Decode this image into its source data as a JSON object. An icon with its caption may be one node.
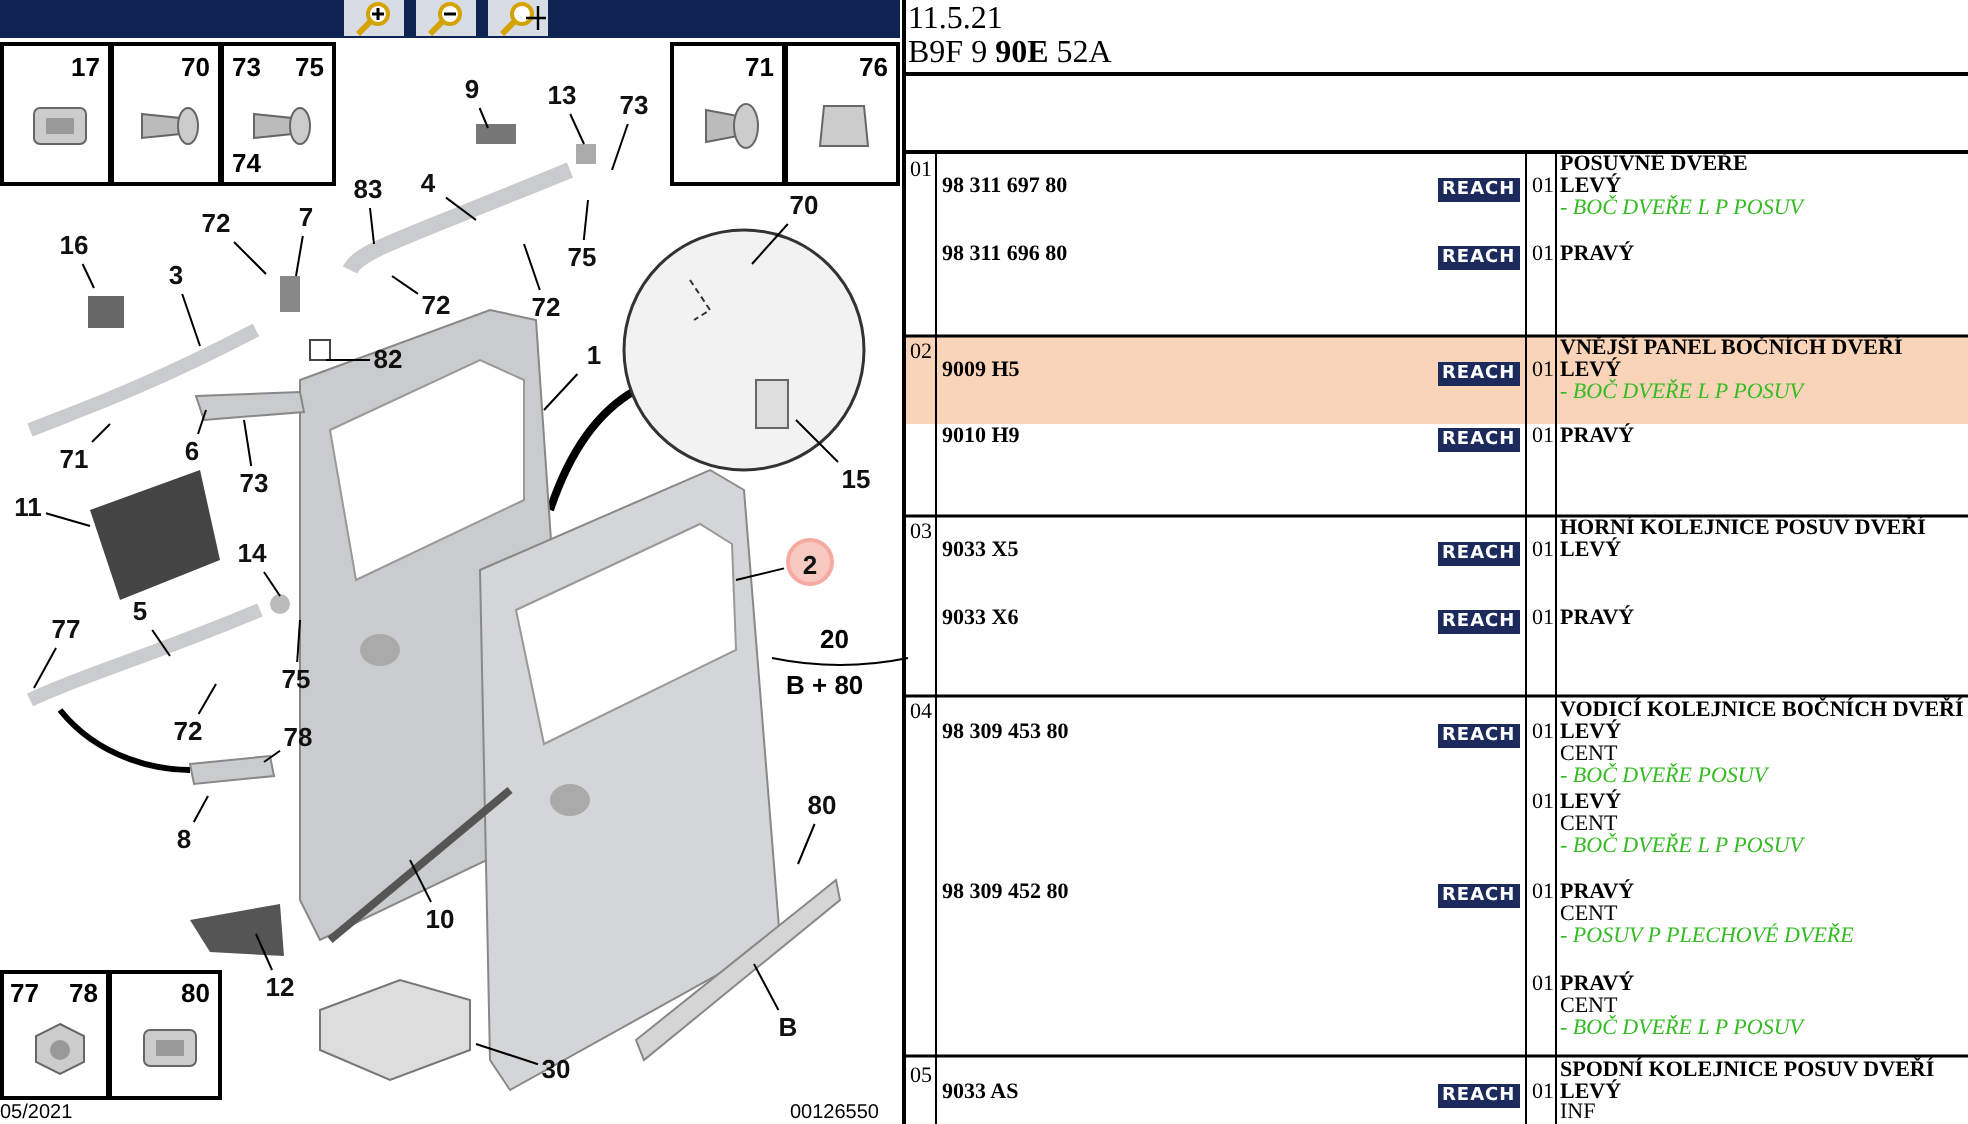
{
  "diagram": {
    "nodes": [
      {
        "text": [
          "17"
        ]
      },
      {
        "text": [
          "70"
        ]
      },
      {
        "text": [
          "73",
          "75",
          "74"
        ]
      },
      {
        "text": [
          "71"
        ]
      },
      {
        "text": [
          "76"
        ]
      },
      {
        "text": [
          "9"
        ]
      },
      {
        "text": [
          "13"
        ]
      },
      {
        "text": [
          "73"
        ]
      },
      {
        "text": [
          "83"
        ]
      },
      {
        "text": [
          "4"
        ]
      },
      {
        "text": [
          "75"
        ]
      },
      {
        "text": [
          "72"
        ]
      },
      {
        "text": [
          "72"
        ]
      },
      {
        "text": [
          "7"
        ]
      },
      {
        "text": [
          "16"
        ]
      },
      {
        "text": [
          "3"
        ]
      },
      {
        "text": [
          "72"
        ]
      },
      {
        "text": [
          "82"
        ]
      },
      {
        "text": [
          "1"
        ]
      },
      {
        "text": [
          "70"
        ]
      },
      {
        "text": [
          "15"
        ]
      },
      {
        "text": [
          "71"
        ]
      },
      {
        "text": [
          "6"
        ]
      },
      {
        "text": [
          "73"
        ]
      },
      {
        "text": [
          "11"
        ]
      },
      {
        "text": [
          "14"
        ]
      },
      {
        "text": [
          "2"
        ]
      },
      {
        "text": [
          "77"
        ]
      },
      {
        "text": [
          "5"
        ]
      },
      {
        "text": [
          "75"
        ]
      },
      {
        "text": [
          "72"
        ]
      },
      {
        "text": [
          "78"
        ]
      },
      {
        "text": [
          "8"
        ]
      },
      {
        "text": [
          "10"
        ]
      },
      {
        "text": [
          "12"
        ]
      },
      {
        "text": [
          "30"
        ]
      },
      {
        "text": [
          "80"
        ]
      },
      {
        "text": [
          "B"
        ]
      },
      {
        "text": [
          "77",
          "78"
        ]
      },
      {
        "text": [
          "80"
        ]
      }
    ],
    "edges": [
      {
        "from": 5,
        "to": null,
        "arrow": "none"
      },
      {
        "from": 6,
        "to": null,
        "arrow": "none"
      },
      {
        "from": 7,
        "to": null,
        "arrow": "none"
      },
      {
        "from": 8,
        "to": null,
        "arrow": "none"
      },
      {
        "from": 9,
        "to": null,
        "arrow": "none"
      },
      {
        "from": 10,
        "to": null,
        "arrow": "none"
      },
      {
        "from": 11,
        "to": null,
        "arrow": "none"
      },
      {
        "from": 12,
        "to": null,
        "arrow": "none"
      },
      {
        "from": 13,
        "to": null,
        "arrow": "none"
      },
      {
        "from": 14,
        "to": null,
        "arrow": "none"
      },
      {
        "from": 15,
        "to": null,
        "arrow": "none"
      },
      {
        "from": 16,
        "to": null,
        "arrow": "none"
      },
      {
        "from": 17,
        "to": null,
        "arrow": "none"
      },
      {
        "from": 18,
        "to": null,
        "arrow": "none"
      },
      {
        "from": 19,
        "to": null,
        "arrow": "none"
      },
      {
        "from": 20,
        "to": null,
        "arrow": "none"
      },
      {
        "from": 21,
        "to": null,
        "arrow": "none"
      },
      {
        "from": 22,
        "to": null,
        "arrow": "none"
      },
      {
        "from": 23,
        "to": null,
        "arrow": "none"
      },
      {
        "from": 24,
        "to": null,
        "arrow": "none"
      },
      {
        "from": 25,
        "to": null,
        "arrow": "none"
      },
      {
        "from": 26,
        "to": null,
        "arrow": "none"
      },
      {
        "from": 27,
        "to": null,
        "arrow": "none"
      },
      {
        "from": 28,
        "to": null,
        "arrow": "none"
      },
      {
        "from": 29,
        "to": null,
        "arrow": "none"
      },
      {
        "from": 30,
        "to": null,
        "arrow": "none"
      },
      {
        "from": 31,
        "to": null,
        "arrow": "none"
      },
      {
        "from": 32,
        "to": null,
        "arrow": "none"
      },
      {
        "from": 33,
        "to": null,
        "arrow": "none"
      },
      {
        "from": 34,
        "to": null,
        "arrow": "none"
      },
      {
        "from": 35,
        "to": null,
        "arrow": "none"
      },
      {
        "from": 36,
        "to": null,
        "arrow": "none"
      },
      {
        "from": 37,
        "to": null,
        "arrow": "none"
      }
    ],
    "labels": [
      "11.5.21",
      "B9F 9 **90E** 52A",
      "20",
      "B + 80",
      "05/2021",
      "00126550",
      "01",
      "98 311 697 80",
      "REACH",
      "01",
      "POSUVNÉ DVEŘE",
      "LEVÝ",
      "- BOČ DVEŘE L P POSUV",
      "98 311 696 80",
      "REACH",
      "01",
      "PRAVÝ",
      "02",
      "9009 H5",
      "REACH",
      "01",
      "VNĚJŠÍ PANEL BOČNÍCH DVEŘÍ",
      "LEVÝ",
      "- BOČ DVEŘE L P POSUV",
      "9010 H9",
      "REACH",
      "01",
      "PRAVÝ",
      "03",
      "9033 X5",
      "REACH",
      "01",
      "HORNÍ KOLEJNICE POSUV DVEŘÍ",
      "LEVÝ",
      "9033 X6",
      "REACH",
      "01",
      "PRAVÝ",
      "04",
      "98 309 453 80",
      "REACH",
      "01",
      "VODICÍ KOLEJNICE BOČNÍCH DVEŘÍ",
      "LEVÝ",
      "CENT",
      "- BOČ DVEŘE POSUV",
      "01",
      "LEVÝ",
      "CENT",
      "- BOČ DVEŘE L P POSUV",
      "98 309 452 80",
      "REACH",
      "01",
      "PRAVÝ",
      "CENT",
      "- POSUV P PLECHOVÉ DVEŘE",
      "01",
      "PRAVÝ",
      "CENT",
      "- BOČ DVEŘE L P POSUV",
      "05",
      "9033 AS",
      "REACH",
      "01",
      "SPODNÍ KOLEJNICE POSUV DVEŘÍ",
      "LEVÝ",
      "INF"
    ]
  }
}
